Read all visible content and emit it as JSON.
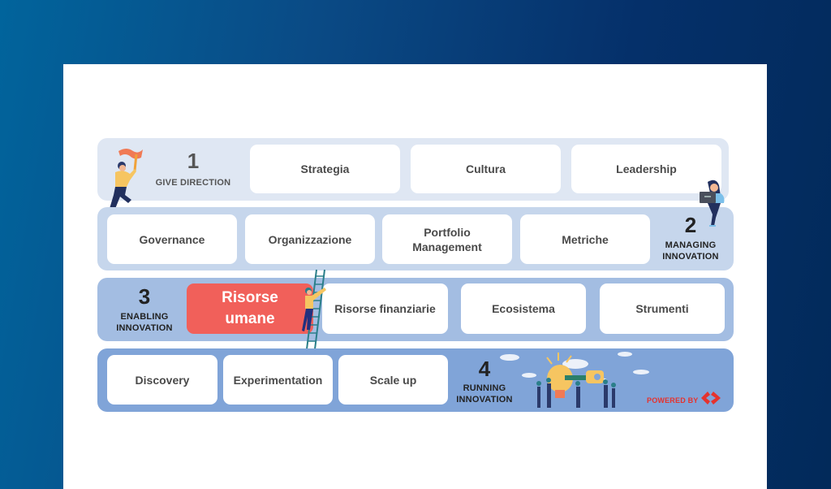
{
  "layers": [
    {
      "number": "1",
      "title": "GIVE DIRECTION",
      "items": [
        "Strategia",
        "Cultura",
        "Leadership"
      ]
    },
    {
      "number": "2",
      "title_line1": "MANAGING",
      "title_line2": "INNOVATION",
      "items": [
        "Governance",
        "Organizzazione",
        "Portfolio",
        "Management",
        "Metriche"
      ]
    },
    {
      "number": "3",
      "title_line1": "ENABLING",
      "title_line2": "INNOVATION",
      "highlight_line1": "Risorse",
      "highlight_line2": "umane",
      "items": [
        "Risorse finanziarie",
        "Ecosistema",
        "Strumenti"
      ]
    },
    {
      "number": "4",
      "title_line1": "RUNNING",
      "title_line2": "INNOVATION",
      "items": [
        "Discovery",
        "Experimentation",
        "Scale up"
      ]
    }
  ],
  "footer": {
    "powered_by": "POWERED BY",
    "logo_icon": "double-chevron-logo-icon"
  },
  "colors": {
    "highlight": "#f1605a",
    "row1": "#dfe7f3",
    "row2": "#c6d6ec",
    "row3": "#a3bde2",
    "row4": "#80a4d8",
    "brand_red": "#e5322d"
  }
}
